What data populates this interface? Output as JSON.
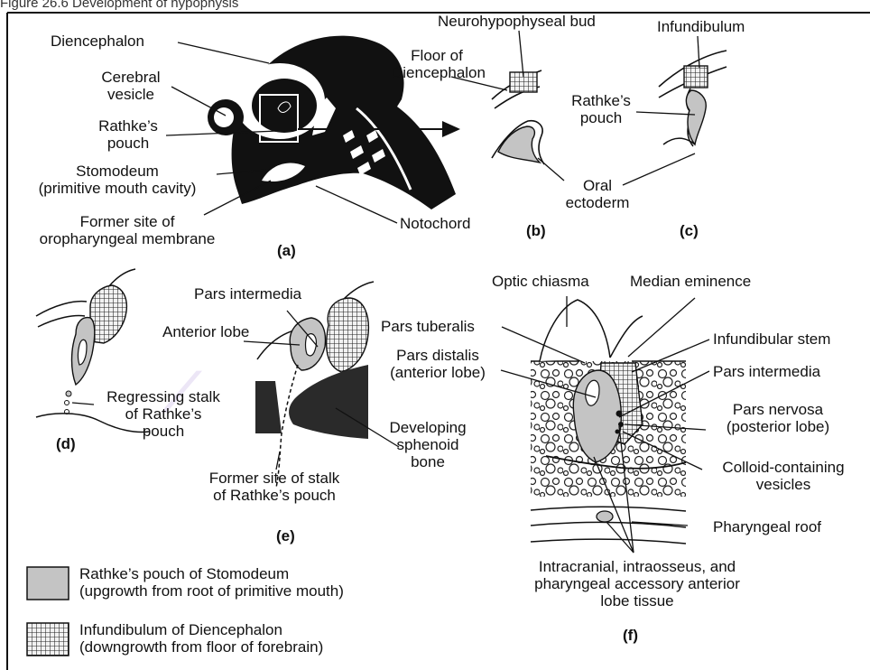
{
  "header": {
    "cut_text": "Figure 26.6 Development of hypophysis"
  },
  "panel_a": {
    "diencephalon": "Diencephalon",
    "cerebral_vesicle": [
      "Cerebral",
      "vesicle"
    ],
    "rathkes_pouch": [
      "Rathke’s",
      "pouch"
    ],
    "stomodeum": [
      "Stomodeum",
      "(primitive mouth cavity)"
    ],
    "former_site": [
      "Former site of",
      "oropharyngeal membrane"
    ],
    "notochord": "Notochord",
    "tag": "(a)"
  },
  "panel_bc": {
    "neurohypophyseal_bud": "Neurohypophyseal bud",
    "infundibulum": "Infundibulum",
    "floor_of_diencephalon": [
      "Floor of",
      "Diencephalon"
    ],
    "rathkes_pouch": [
      "Rathke’s",
      "pouch"
    ],
    "oral_ectoderm": [
      "Oral",
      "ectoderm"
    ],
    "tag_b": "(b)",
    "tag_c": "(c)"
  },
  "panel_d": {
    "regressing_stalk": [
      "Regressing stalk",
      "of Rathke’s",
      "pouch"
    ],
    "tag": "(d)"
  },
  "panel_e": {
    "pars_intermedia": "Pars intermedia",
    "anterior_lobe": "Anterior lobe",
    "developing_sphenoid": [
      "Developing",
      "sphenoid",
      "bone"
    ],
    "former_site_stalk": [
      "Former site of stalk",
      "of Rathke’s pouch"
    ],
    "tag": "(e)"
  },
  "panel_f": {
    "optic_chiasma": "Optic chiasma",
    "median_eminence": "Median eminence",
    "pars_tuberalis": "Pars tuberalis",
    "infundibular_stem": "Infundibular stem",
    "pars_distalis": [
      "Pars distalis",
      "(anterior lobe)"
    ],
    "pars_intermedia": "Pars intermedia",
    "pars_nervosa": [
      "Pars nervosa",
      "(posterior lobe)"
    ],
    "colloid_vesicles": [
      "Colloid-containing",
      "vesicles"
    ],
    "pharyngeal_roof": "Pharyngeal roof",
    "accessory_tissue": [
      "Intracranial, intraosseus, and",
      "pharyngeal accessory anterior",
      "lobe tissue"
    ],
    "tag": "(f)"
  },
  "legend": {
    "rathke": [
      "Rathke’s pouch of Stomodeum",
      "(upgrowth from root of primitive mouth)"
    ],
    "infundibulum": [
      "Infundibulum of Diencephalon",
      "(downgrowth from floor of forebrain)"
    ]
  },
  "colors": {
    "rathke_fill": "#c4c4c4",
    "dark": "#1a1a1a",
    "grid": "#e8e8e8",
    "watermark": "#c9b8e8"
  }
}
